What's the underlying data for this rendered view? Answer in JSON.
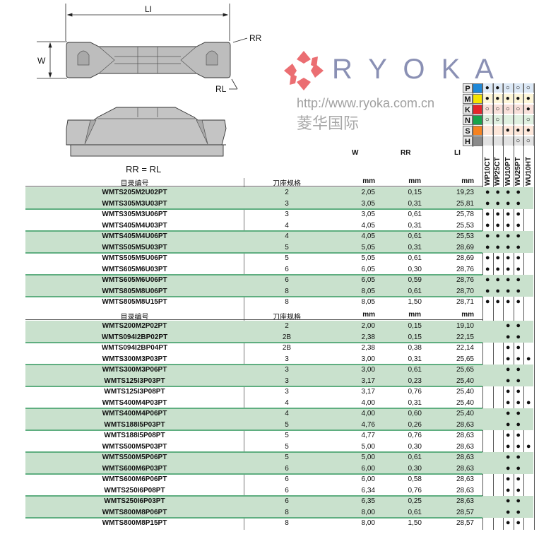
{
  "drawing": {
    "li_label": "LI",
    "w_label": "W",
    "rr_label": "RR",
    "rl_label": "RL",
    "equation": "RR = RL"
  },
  "headers": {
    "w": "W",
    "rr": "RR",
    "li": "LI",
    "catalog_no": "目录编号",
    "holder_size": "刀座规格",
    "unit": "mm"
  },
  "grades": [
    "WP10CT",
    "WP25CT",
    "WU10PT",
    "WU25PT",
    "WU10HT"
  ],
  "materials": [
    {
      "letter": "P",
      "color": "#1e88d8",
      "bg": "#dde9f6",
      "marks": [
        "●",
        "●",
        "○",
        "○",
        "○"
      ]
    },
    {
      "letter": "M",
      "color": "#f5e400",
      "bg": "#fdf6d8",
      "marks": [
        "●",
        "●",
        "●",
        "●",
        "●"
      ]
    },
    {
      "letter": "K",
      "color": "#e4252b",
      "bg": "#f8e0da",
      "marks": [
        "○",
        "○",
        "○",
        "○",
        "●"
      ]
    },
    {
      "letter": "N",
      "color": "#17a34a",
      "bg": "#e0f0e0",
      "marks": [
        "○",
        "○",
        "",
        "",
        "○"
      ]
    },
    {
      "letter": "S",
      "color": "#f58220",
      "bg": "#fde7da",
      "marks": [
        "",
        "",
        "●",
        "●",
        "●"
      ]
    },
    {
      "letter": "H",
      "color": "#8a8a8a",
      "bg": "#e2e2e2",
      "marks": [
        "",
        "",
        "",
        "○",
        "○"
      ]
    }
  ],
  "table1": [
    [
      "WMTS205M2U02PT",
      "2",
      "2,05",
      "0,15",
      "19,23",
      "11110"
    ],
    [
      "WMTS305M3U03PT",
      "3",
      "3,05",
      "0,31",
      "25,81",
      "11110"
    ],
    [
      "WMTS305M3U06PT",
      "3",
      "3,05",
      "0,61",
      "25,78",
      "11110"
    ],
    [
      "WMTS405M4U03PT",
      "4",
      "4,05",
      "0,31",
      "25,53",
      "11110"
    ],
    [
      "WMTS405M4U06PT",
      "4",
      "4,05",
      "0,61",
      "25,53",
      "11110"
    ],
    [
      "WMTS505M5U03PT",
      "5",
      "5,05",
      "0,31",
      "28,69",
      "11110"
    ],
    [
      "WMTS505M5U06PT",
      "5",
      "5,05",
      "0,61",
      "28,69",
      "11110"
    ],
    [
      "WMTS605M6U03PT",
      "6",
      "6,05",
      "0,30",
      "28,76",
      "11110"
    ],
    [
      "WMTS605M6U06PT",
      "6",
      "6,05",
      "0,59",
      "28,76",
      "11110"
    ],
    [
      "WMTS805M8U06PT",
      "8",
      "8,05",
      "0,61",
      "28,70",
      "11110"
    ],
    [
      "WMTS805M8U15PT",
      "8",
      "8,05",
      "1,50",
      "28,71",
      "11110"
    ]
  ],
  "table2": [
    [
      "WMTS200M2P02PT",
      "2",
      "2,00",
      "0,15",
      "19,10",
      "00110"
    ],
    [
      "WMTS094I2BP02PT",
      "2B",
      "2,38",
      "0,15",
      "22,15",
      "00110"
    ],
    [
      "WMTS094I2BP04PT",
      "2B",
      "2,38",
      "0,38",
      "22,14",
      "00110"
    ],
    [
      "WMTS300M3P03PT",
      "3",
      "3,00",
      "0,31",
      "25,65",
      "00111"
    ],
    [
      "WMTS300M3P06PT",
      "3",
      "3,00",
      "0,61",
      "25,65",
      "00110"
    ],
    [
      "WMTS125I3P03PT",
      "3",
      "3,17",
      "0,23",
      "25,40",
      "00110"
    ],
    [
      "WMTS125I3P08PT",
      "3",
      "3,17",
      "0,76",
      "25,40",
      "00110"
    ],
    [
      "WMTS400M4P03PT",
      "4",
      "4,00",
      "0,31",
      "25,40",
      "00111"
    ],
    [
      "WMTS400M4P06PT",
      "4",
      "4,00",
      "0,60",
      "25,40",
      "00110"
    ],
    [
      "WMTS188I5P03PT",
      "5",
      "4,76",
      "0,26",
      "28,63",
      "00110"
    ],
    [
      "WMTS188I5P08PT",
      "5",
      "4,77",
      "0,76",
      "28,63",
      "00110"
    ],
    [
      "WMTS500M5P03PT",
      "5",
      "5,00",
      "0,30",
      "28,63",
      "00111"
    ],
    [
      "WMTS500M5P06PT",
      "5",
      "5,00",
      "0,61",
      "28,63",
      "00110"
    ],
    [
      "WMTS600M6P03PT",
      "6",
      "6,00",
      "0,30",
      "28,63",
      "00110"
    ],
    [
      "WMTS600M6P06PT",
      "6",
      "6,00",
      "0,58",
      "28,63",
      "00110"
    ],
    [
      "WMTS250I6P08PT",
      "6",
      "6,34",
      "0,76",
      "28,63",
      "00110"
    ],
    [
      "WMTS250I6P03PT",
      "6",
      "6,35",
      "0,25",
      "28,63",
      "00110"
    ],
    [
      "WMTS800M8P06PT",
      "8",
      "8,00",
      "0,61",
      "28,57",
      "00110"
    ],
    [
      "WMTS800M8P15PT",
      "8",
      "8,00",
      "1,50",
      "28,57",
      "00110"
    ]
  ],
  "watermark": {
    "brand": "R Y O K A",
    "url": "http://www.ryoka.com.cn",
    "cn": "菱华国际"
  },
  "colors": {
    "band": "#c9e1cd",
    "separator": "#5fae80"
  }
}
